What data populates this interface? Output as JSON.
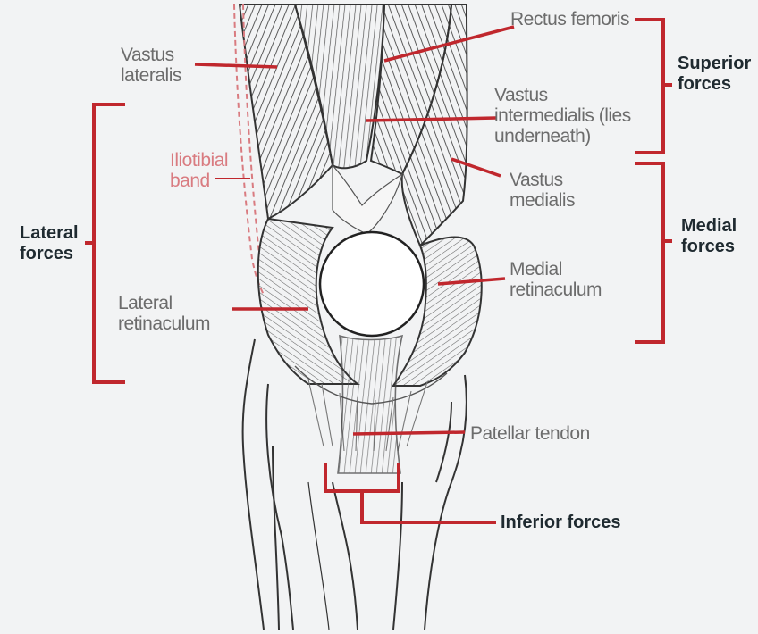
{
  "labels": {
    "rectus_femoris": "Rectus femoris",
    "vastus_lateralis": "Vastus lateralis",
    "vastus_intermedialis": "Vastus intermedialis (lies underneath)",
    "vastus_medialis": "Vastus medialis",
    "iliotibial_band": "Iliotibial band",
    "lateral_retinaculum": "Lateral retinaculum",
    "medial_retinaculum": "Medial retinaculum",
    "patellar_tendon": "Patellar tendon"
  },
  "force_groups": {
    "superior": "Superior forces",
    "medial": "Medial forces",
    "lateral": "Lateral forces",
    "inferior": "Inferior forces"
  },
  "colors": {
    "background": "#f2f3f4",
    "bracket_red": "#c0272d",
    "label_grey": "#6c6c6c",
    "iliotibial_pink": "#d97b80",
    "group_text": "#1f2a30"
  }
}
